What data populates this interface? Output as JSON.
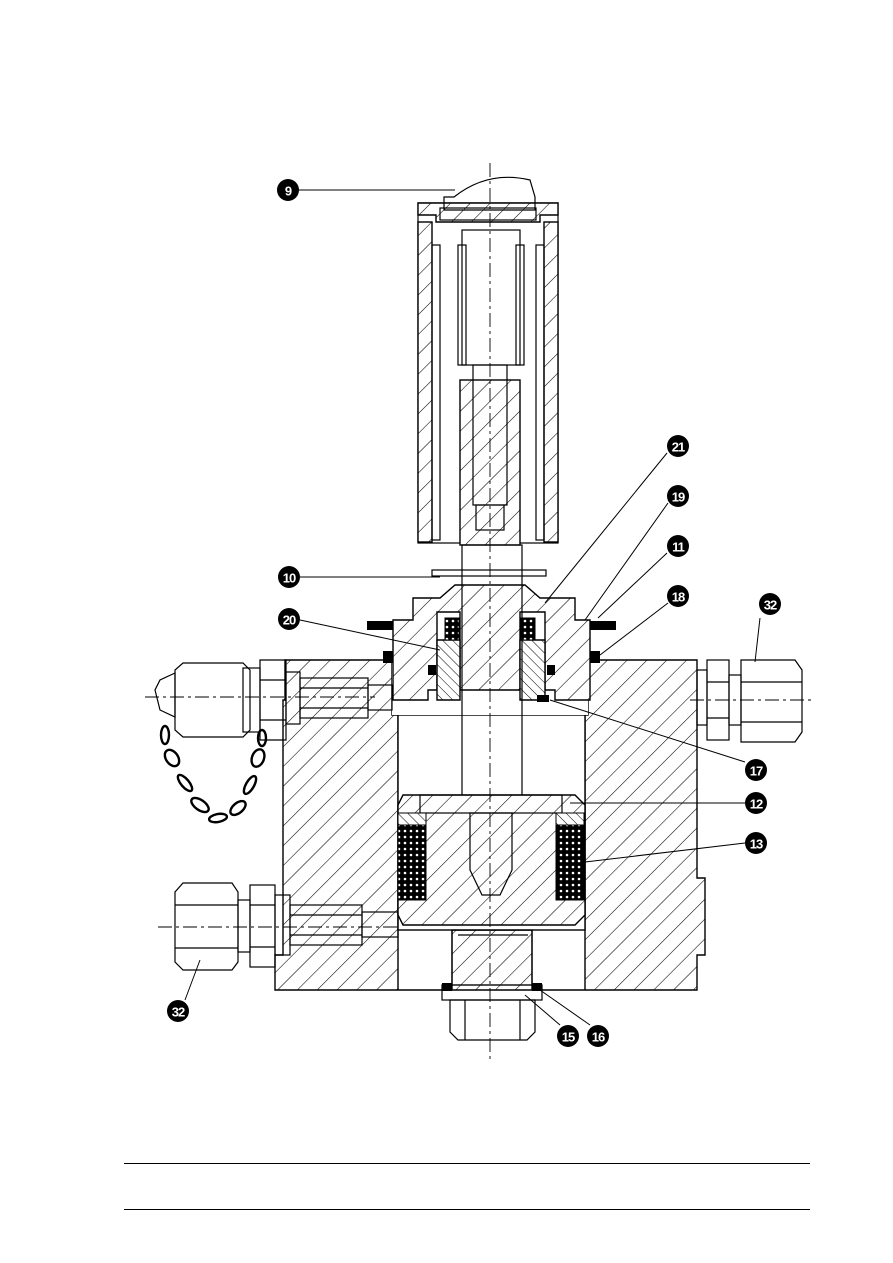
{
  "callouts": [
    {
      "id": "c9",
      "label": "9"
    },
    {
      "id": "c10",
      "label": "10"
    },
    {
      "id": "c21",
      "label": "21"
    },
    {
      "id": "c19",
      "label": "19"
    },
    {
      "id": "c11",
      "label": "11"
    },
    {
      "id": "c18",
      "label": "18"
    },
    {
      "id": "c20",
      "label": "20"
    },
    {
      "id": "c32a",
      "label": "32"
    },
    {
      "id": "c17",
      "label": "17"
    },
    {
      "id": "c12",
      "label": "12"
    },
    {
      "id": "c13",
      "label": "13"
    },
    {
      "id": "c32b",
      "label": "32"
    },
    {
      "id": "c15",
      "label": "15"
    },
    {
      "id": "c16",
      "label": "16"
    }
  ],
  "colors": {
    "ink": "#000000",
    "paper": "#ffffff"
  }
}
